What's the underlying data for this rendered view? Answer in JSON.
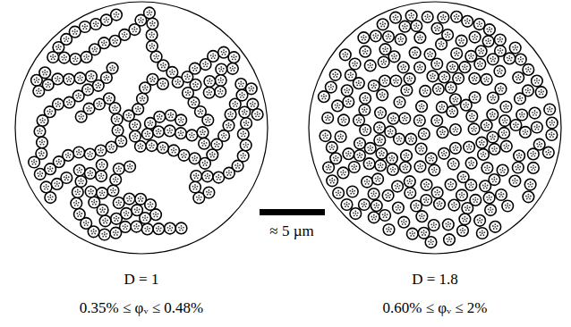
{
  "diagram": {
    "labels": [
      "≈ 5 µm",
      "D = 1",
      "0.35% ≤ φᵥ ≤ 0.48%",
      "D = 1.8",
      "0.60% ≤ φᵥ ≤ 2%"
    ]
  }
}
